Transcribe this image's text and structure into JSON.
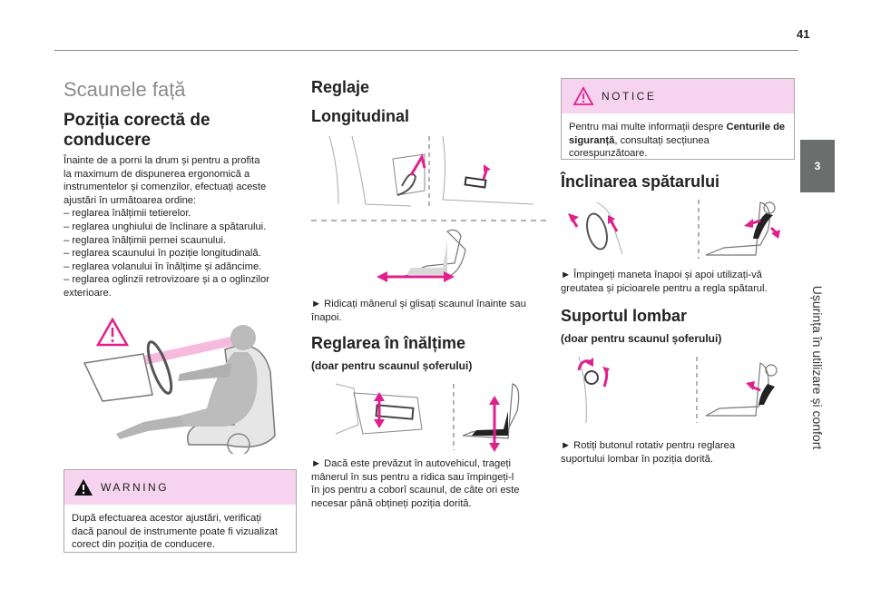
{
  "page": {
    "number": "41",
    "chapter_tab": "3",
    "chapter_title": "Ușurința în utilizare și confort"
  },
  "left": {
    "section_title": "Scaunele față",
    "heading": "Poziția corectă de conducere",
    "intro": [
      "Înainte de a porni la drum și pentru a profita",
      "la maximum de dispunerea ergonomică a",
      "instrumentelor și comenzilor, efectuați aceste",
      "ajustări în următoarea ordine:",
      "–  reglarea înălțimii tetierelor.",
      "–  reglarea unghiului de înclinare a spătarului.",
      "–  reglarea înălțimii pernei scaunului.",
      "–  reglarea scaunului în poziție longitudinală.",
      "–  reglarea volanului în înălțime și adâncime.",
      "–  reglarea oglinzii retrovizoare și a o oglinzilor",
      "exterioare."
    ],
    "warning": {
      "label": "WARNING",
      "text": [
        "După efectuarea acestor ajustări, verificați",
        "dacă panoul de instrumente poate fi vizualizat",
        "corect din poziția de conducere."
      ]
    }
  },
  "middle": {
    "heading": "Reglaje",
    "sub1": "Longitudinal",
    "sub1_text": [
      "►  Ridicați mânerul și glisați scaunul înainte sau",
      "înapoi."
    ],
    "sub2": "Reglarea în înălțime",
    "sub2_note": "(doar pentru scaunul șoferului)",
    "sub2_text": [
      "►  Dacă este prevăzut în autovehicul, trageți",
      "mânerul în sus pentru a ridica sau împingeți-l",
      "în jos pentru a coborî scaunul, de câte ori este",
      "necesar până obțineți poziția dorită."
    ]
  },
  "right": {
    "notice": {
      "label": "NOTICE",
      "text_before": "Pentru mai multe informații despre ",
      "text_bold": "Centurile de siguranță",
      "text_after": ", consultați secțiunea corespunzătoare.",
      "lines": [
        "Pentru mai multe informații despre Centurile",
        "de siguranță, consultați secțiunea",
        "corespunzătoare."
      ]
    },
    "sub3": "Înclinarea spătarului",
    "sub3_text": [
      "►  Împingeți maneta înapoi și apoi utilizați-vă",
      "greutatea și picioarele pentru a regla spătarul."
    ],
    "sub4": "Suportul lombar",
    "sub4_note": "(doar pentru scaunul șoferului)",
    "sub4_text": [
      "►  Rotiți butonul rotativ pentru reglarea",
      "suportului lombar în poziția dorită."
    ]
  },
  "colors": {
    "accent_pink": "#e0208c",
    "box_header": "#f6d3ee",
    "tab_gray": "#6a6f6d"
  },
  "icons": [
    "warning-triangle-icon"
  ]
}
